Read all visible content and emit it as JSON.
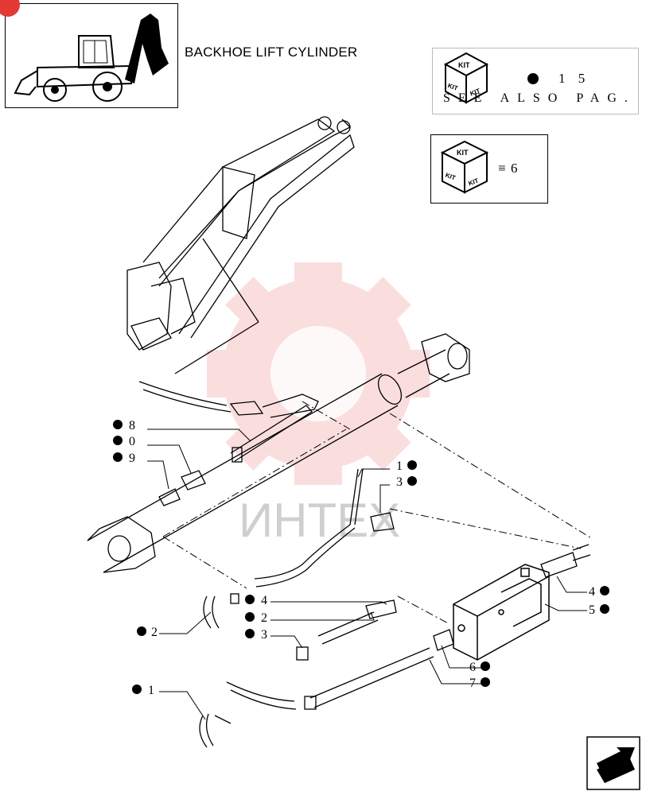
{
  "page": {
    "title": "BACKHOE LIFT CYLINDER"
  },
  "kit_ref": {
    "kit_word": "KIT",
    "number": "1 5",
    "see_also": "SEE ALSO PAG."
  },
  "kit_ref2": {
    "kit_word": "KIT",
    "symbol": "≡",
    "number": "6"
  },
  "watermark": {
    "text": "ИНТЕХ"
  },
  "callouts": [
    {
      "id": "8",
      "label": "8"
    },
    {
      "id": "0",
      "label": "0"
    },
    {
      "id": "9",
      "label": "9"
    },
    {
      "id": "1a",
      "label": "1"
    },
    {
      "id": "3a",
      "label": "3"
    },
    {
      "id": "4a",
      "label": "4"
    },
    {
      "id": "2a",
      "label": "2"
    },
    {
      "id": "3b",
      "label": "3"
    },
    {
      "id": "2b",
      "label": "2"
    },
    {
      "id": "4b",
      "label": "4"
    },
    {
      "id": "5",
      "label": "5"
    },
    {
      "id": "6",
      "label": "6"
    },
    {
      "id": "7",
      "label": "7"
    },
    {
      "id": "1b",
      "label": "1"
    }
  ]
}
